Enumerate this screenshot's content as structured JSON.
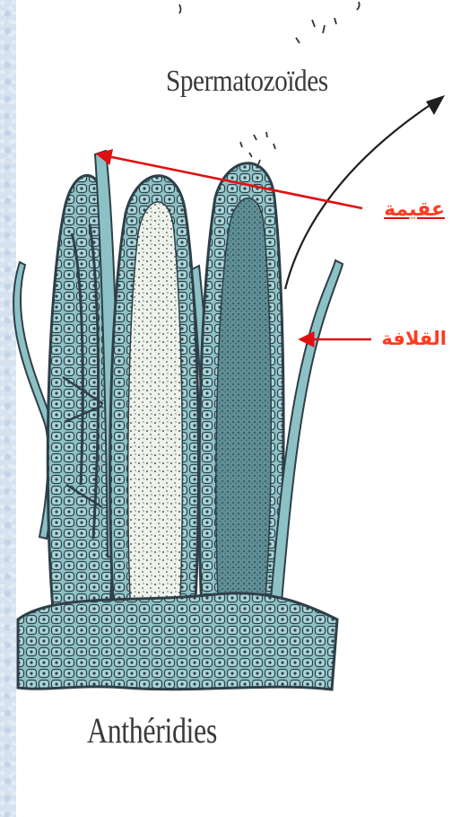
{
  "figure": {
    "top_label": "Spermatozoïdes",
    "bottom_label": "Anthéridies"
  },
  "annotations": [
    {
      "text": "عقيمة",
      "color": "#ff2a10"
    },
    {
      "text": "القلافة",
      "color": "#ff3b1f"
    }
  ],
  "colors": {
    "background": "#d6e2ef",
    "tissue": "#7fb9bf",
    "outline": "#2f3f48",
    "arrow": "#e01010"
  }
}
